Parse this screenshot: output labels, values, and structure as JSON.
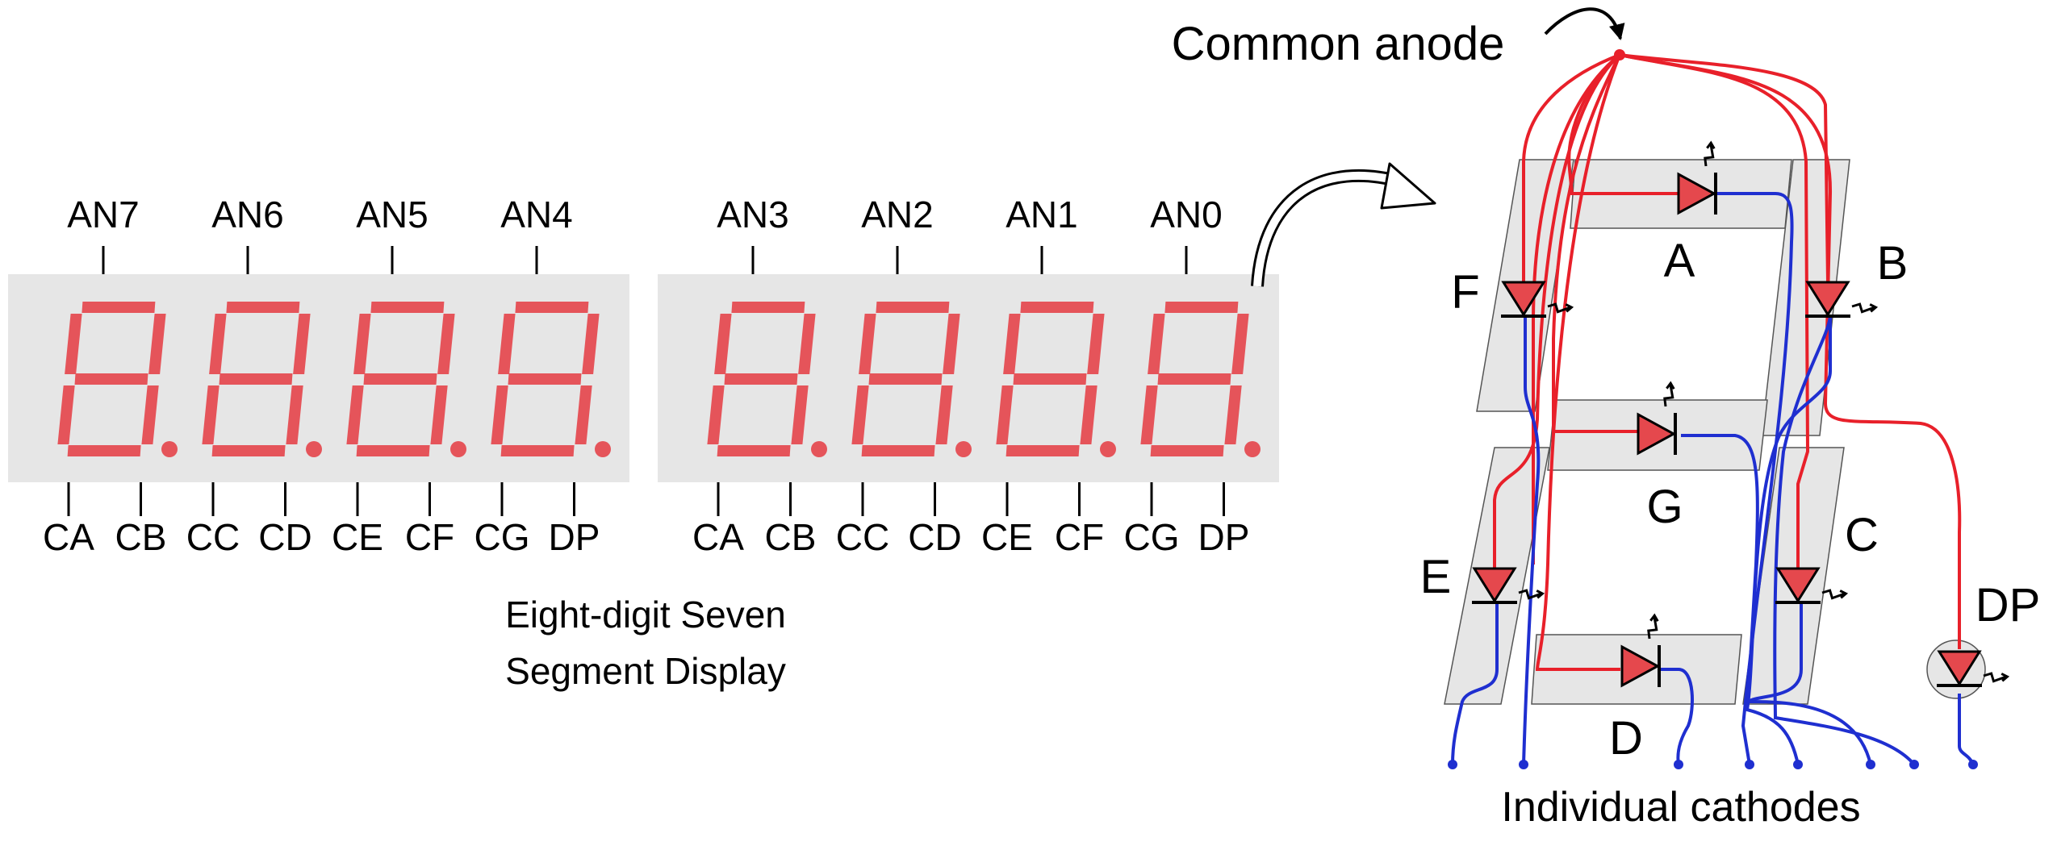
{
  "labels": {
    "common_anode": "Common anode",
    "individual_cathodes": "Individual cathodes",
    "display_title_line1": "Eight-digit Seven",
    "display_title_line2": "Segment Display"
  },
  "modules": [
    {
      "anodes": [
        "AN7",
        "AN6",
        "AN5",
        "AN4"
      ],
      "cathodes": [
        "CA",
        "CB",
        "CC",
        "CD",
        "CE",
        "CF",
        "CG",
        "DP"
      ]
    },
    {
      "anodes": [
        "AN3",
        "AN2",
        "AN1",
        "AN0"
      ],
      "cathodes": [
        "CA",
        "CB",
        "CC",
        "CD",
        "CE",
        "CF",
        "CG",
        "DP"
      ]
    }
  ],
  "segments": {
    "A": "A",
    "B": "B",
    "C": "C",
    "D": "D",
    "E": "E",
    "F": "F",
    "G": "G",
    "DP": "DP"
  },
  "colors": {
    "panel": "#e6e6e6",
    "segment_lit": "#e5545a",
    "anode_wire": "#e8202a",
    "cathode_wire": "#1f2fd0",
    "led_fill": "#e5484d",
    "outline": "#000000"
  },
  "icons": [
    "curved-arrow-icon",
    "led-diode-icon",
    "light-emission-arrow-icon"
  ]
}
